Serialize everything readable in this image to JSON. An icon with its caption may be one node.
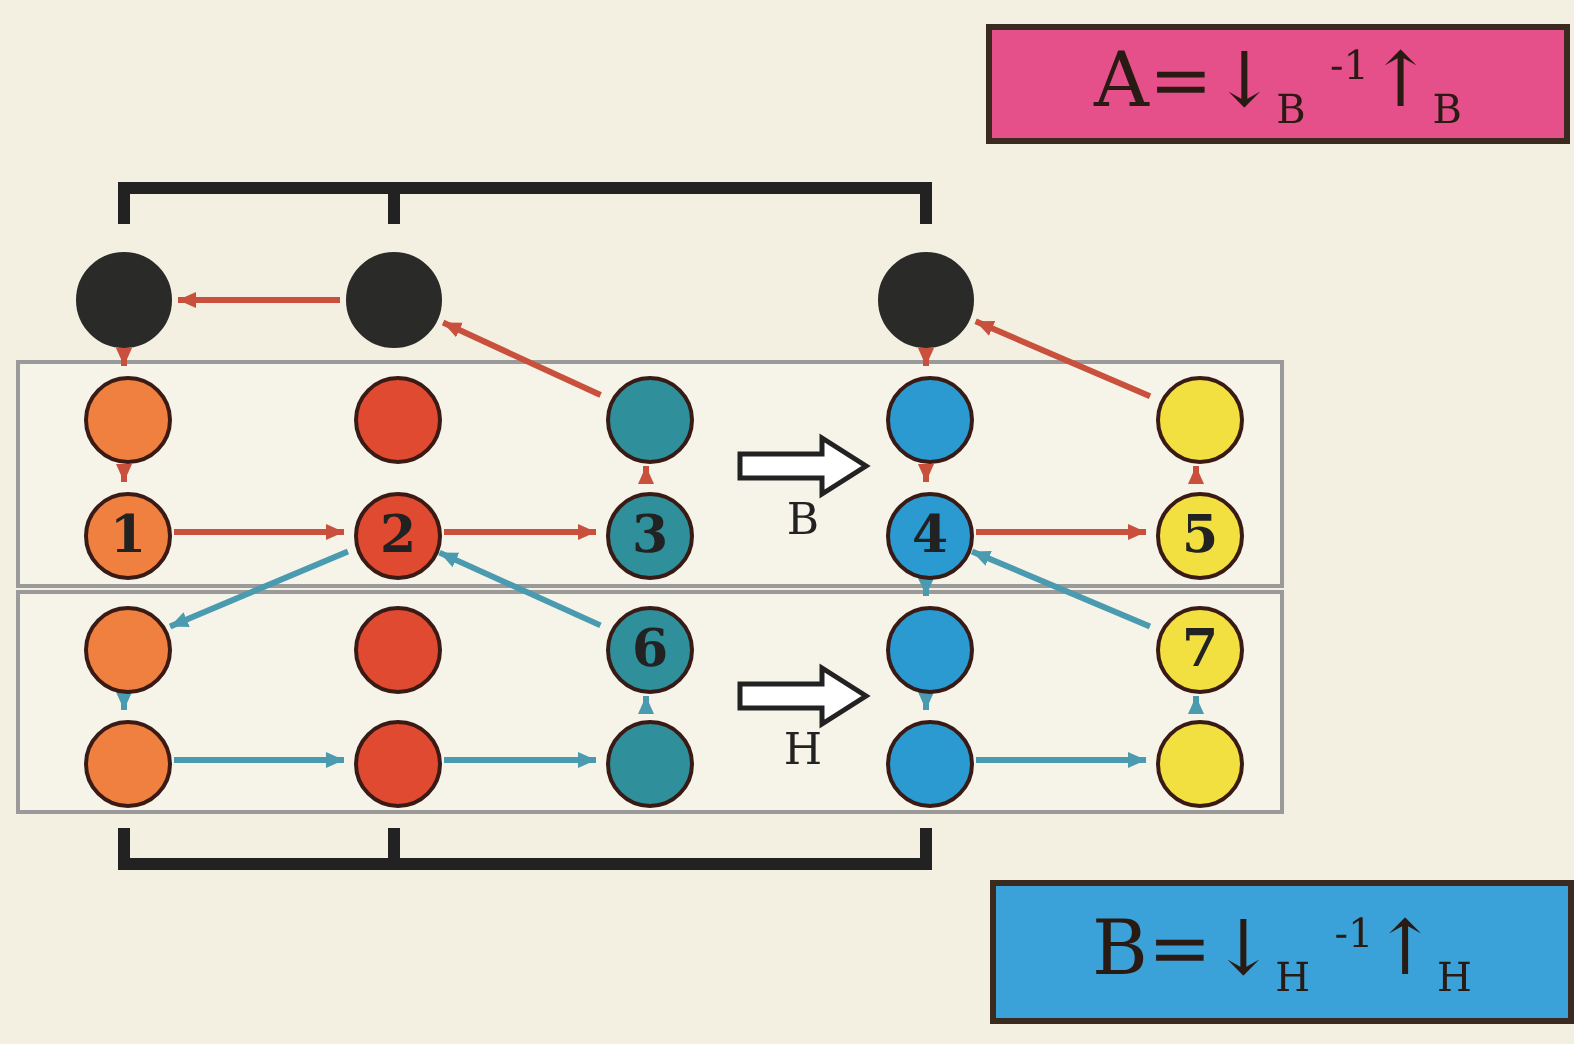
{
  "diagram": {
    "nodes": [
      {
        "text": [
          "A=↓$_{В}$ $^{-1}$↑$_{В}$"
        ]
      },
      {
        "text": [],
        "shape": "circle"
      },
      {
        "text": [],
        "shape": "circle"
      },
      {
        "text": [],
        "shape": "circle"
      },
      {
        "text": [],
        "shape": "band"
      },
      {
        "text": [],
        "shape": "circle",
        "in": 4
      },
      {
        "text": [],
        "shape": "circle",
        "in": 4
      },
      {
        "text": [],
        "shape": "circle",
        "in": 4
      },
      {
        "text": [],
        "shape": "circle",
        "in": 4
      },
      {
        "text": [],
        "shape": "circle",
        "in": 4
      },
      {
        "text": [
          "1"
        ],
        "in": 4
      },
      {
        "text": [
          "2"
        ],
        "in": 4
      },
      {
        "text": [
          "3"
        ],
        "in": 4
      },
      {
        "text": [
          "4"
        ],
        "in": 4
      },
      {
        "text": [
          "5"
        ],
        "in": 4
      },
      {
        "text": [],
        "shape": "band"
      },
      {
        "text": [],
        "shape": "circle",
        "in": 15
      },
      {
        "text": [],
        "shape": "circle",
        "in": 15
      },
      {
        "text": [
          "6"
        ],
        "in": 15
      },
      {
        "text": [],
        "shape": "circle",
        "in": 15
      },
      {
        "text": [
          "7"
        ],
        "in": 15
      },
      {
        "text": [],
        "shape": "circle",
        "in": 15
      },
      {
        "text": [],
        "shape": "circle",
        "in": 15
      },
      {
        "text": [],
        "shape": "circle",
        "in": 15
      },
      {
        "text": [],
        "shape": "circle",
        "in": 15
      },
      {
        "text": [],
        "shape": "circle",
        "in": 15
      },
      {
        "text": [
          "B=↓$_{Н}$ $^{-1}$↑$_{Н}$"
        ]
      }
    ],
    "edges": [
      {
        "from": 2,
        "to": 1,
        "arrow": "to",
        "color": "#c8503c"
      },
      {
        "from": 1,
        "to": 5,
        "arrow": "to",
        "color": "#c8503c"
      },
      {
        "from": 5,
        "to": 10,
        "arrow": "to",
        "color": "#c8503c"
      },
      {
        "from": 10,
        "to": 11,
        "arrow": "to",
        "color": "#c8503c"
      },
      {
        "from": 11,
        "to": 12,
        "arrow": "to",
        "color": "#c8503c"
      },
      {
        "from": 12,
        "to": 7,
        "arrow": "to",
        "color": "#c8503c"
      },
      {
        "from": 7,
        "to": 2,
        "arrow": "to",
        "color": "#c8503c"
      },
      {
        "from": 3,
        "to": 8,
        "arrow": "to",
        "color": "#c8503c"
      },
      {
        "from": 8,
        "to": 13,
        "arrow": "to",
        "color": "#c8503c"
      },
      {
        "from": 13,
        "to": 14,
        "arrow": "to",
        "color": "#c8503c"
      },
      {
        "from": 14,
        "to": 9,
        "arrow": "to",
        "color": "#c8503c"
      },
      {
        "from": 9,
        "to": 3,
        "arrow": "to",
        "color": "#c8503c"
      },
      {
        "from": 11,
        "to": 16,
        "arrow": "to",
        "color": "#4a9ab0"
      },
      {
        "from": 16,
        "to": 21,
        "arrow": "to",
        "color": "#4a9ab0"
      },
      {
        "from": 21,
        "to": 22,
        "arrow": "to",
        "color": "#4a9ab0"
      },
      {
        "from": 22,
        "to": 23,
        "arrow": "to",
        "color": "#4a9ab0"
      },
      {
        "from": 23,
        "to": 18,
        "arrow": "to",
        "color": "#4a9ab0"
      },
      {
        "from": 18,
        "to": 11,
        "arrow": "to",
        "color": "#4a9ab0"
      },
      {
        "from": 13,
        "to": 19,
        "arrow": "to",
        "color": "#4a9ab0"
      },
      {
        "from": 19,
        "to": 24,
        "arrow": "to",
        "color": "#4a9ab0"
      },
      {
        "from": 24,
        "to": 25,
        "arrow": "to",
        "color": "#4a9ab0"
      },
      {
        "from": 25,
        "to": 20,
        "arrow": "to",
        "color": "#4a9ab0"
      },
      {
        "from": 20,
        "to": 13,
        "arrow": "to",
        "color": "#4a9ab0"
      },
      {
        "from": 7,
        "to": 8,
        "arrow": "to",
        "label": "В",
        "style": "thick"
      },
      {
        "from": 18,
        "to": 19,
        "arrow": "to",
        "label": "Н",
        "style": "thick"
      }
    ]
  }
}
